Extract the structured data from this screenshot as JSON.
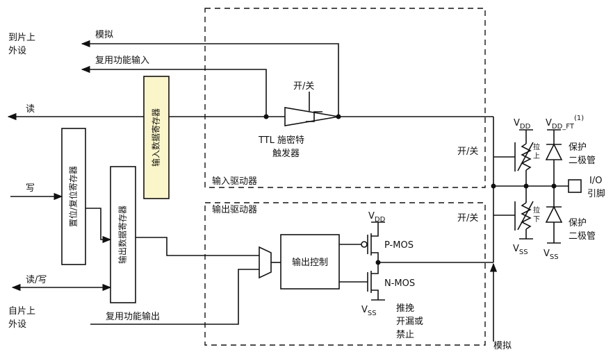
{
  "labels": {
    "to_onchip_periph_1": "到片上",
    "to_onchip_periph_2": "外设",
    "analog_top": "模拟",
    "alt_func_in": "复用功能输入",
    "read": "读",
    "onoff_top": "开/关",
    "ttl_1": "TTL 施密特",
    "ttl_2": "触发器",
    "input_driver": "输入驱动器",
    "input_data_reg": "输入数据寄存器",
    "bit_set_reset_reg": "置位/复位寄存器",
    "output_data_reg": "输出数据寄存器",
    "write": "写",
    "read_write": "读/写",
    "from_onchip_periph_1": "自片上",
    "from_onchip_periph_2": "外设",
    "alt_func_out": "复用功能输出",
    "output_driver": "输出驱动器",
    "output_control": "输出控制",
    "vdd": "V",
    "vdd_sub": "DD",
    "vdd_ft_sub": "DD_FT",
    "vdd_ft_sup": "(1)",
    "vss": "V",
    "vss_sub": "SS",
    "p_mos": "P-MOS",
    "n_mos": "N-MOS",
    "push_pull_1": "推挽",
    "push_pull_2": "开漏或",
    "push_pull_3": "禁止",
    "analog_bottom": "模拟",
    "onoff_pullup": "开/关",
    "onoff_pulldown": "开/关",
    "pullup": "拉上",
    "pulldown": "拉下",
    "protect_diode_1": "保护",
    "protect_diode_2": "二极管",
    "io_pin_1": "I/O",
    "io_pin_2": "引脚"
  },
  "colors": {
    "input_reg_fill": "#fbf6c9",
    "line": "#111111",
    "background": "#ffffff"
  }
}
